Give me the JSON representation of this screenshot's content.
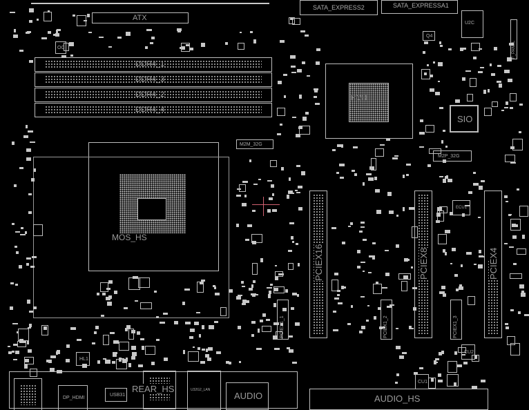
{
  "board": {
    "atx": "ATX",
    "sata_express2": "SATA_EXPRESS2",
    "sata_expressa1": "SATA_EXPRESSA1",
    "dimm": [
      "DDR4_1",
      "DDR4_3",
      "DDR4_2",
      "DDR4_4"
    ],
    "pch": "PCH",
    "sio": "SIO",
    "m2m": "M2M_32G",
    "m2p": "M2P_32G",
    "mos_hs": "MOS_HS",
    "pciex16": "PCIEX16",
    "pciex8": "PCIEX8",
    "pciex4": "PCIEX4",
    "pciex1": [
      "PCIEX1_1",
      "PCIEX1_2",
      "PCIEX1_3"
    ],
    "rear_hs": "REAR_HS",
    "audio": "AUDIO",
    "audio_hs": "AUDIO_HS",
    "dp_hdmi": "DP_HDMI",
    "usb31": "USB31",
    "usb_lan": "U32G2_LAN",
    "f_panel": "F_PANEL",
    "cu1": "CU1",
    "cu2": "CU2",
    "hl1": "HL1",
    "q4": "Q4",
    "oc": "OC",
    "u_chip": "U2C",
    "ecu": "ECU1"
  }
}
